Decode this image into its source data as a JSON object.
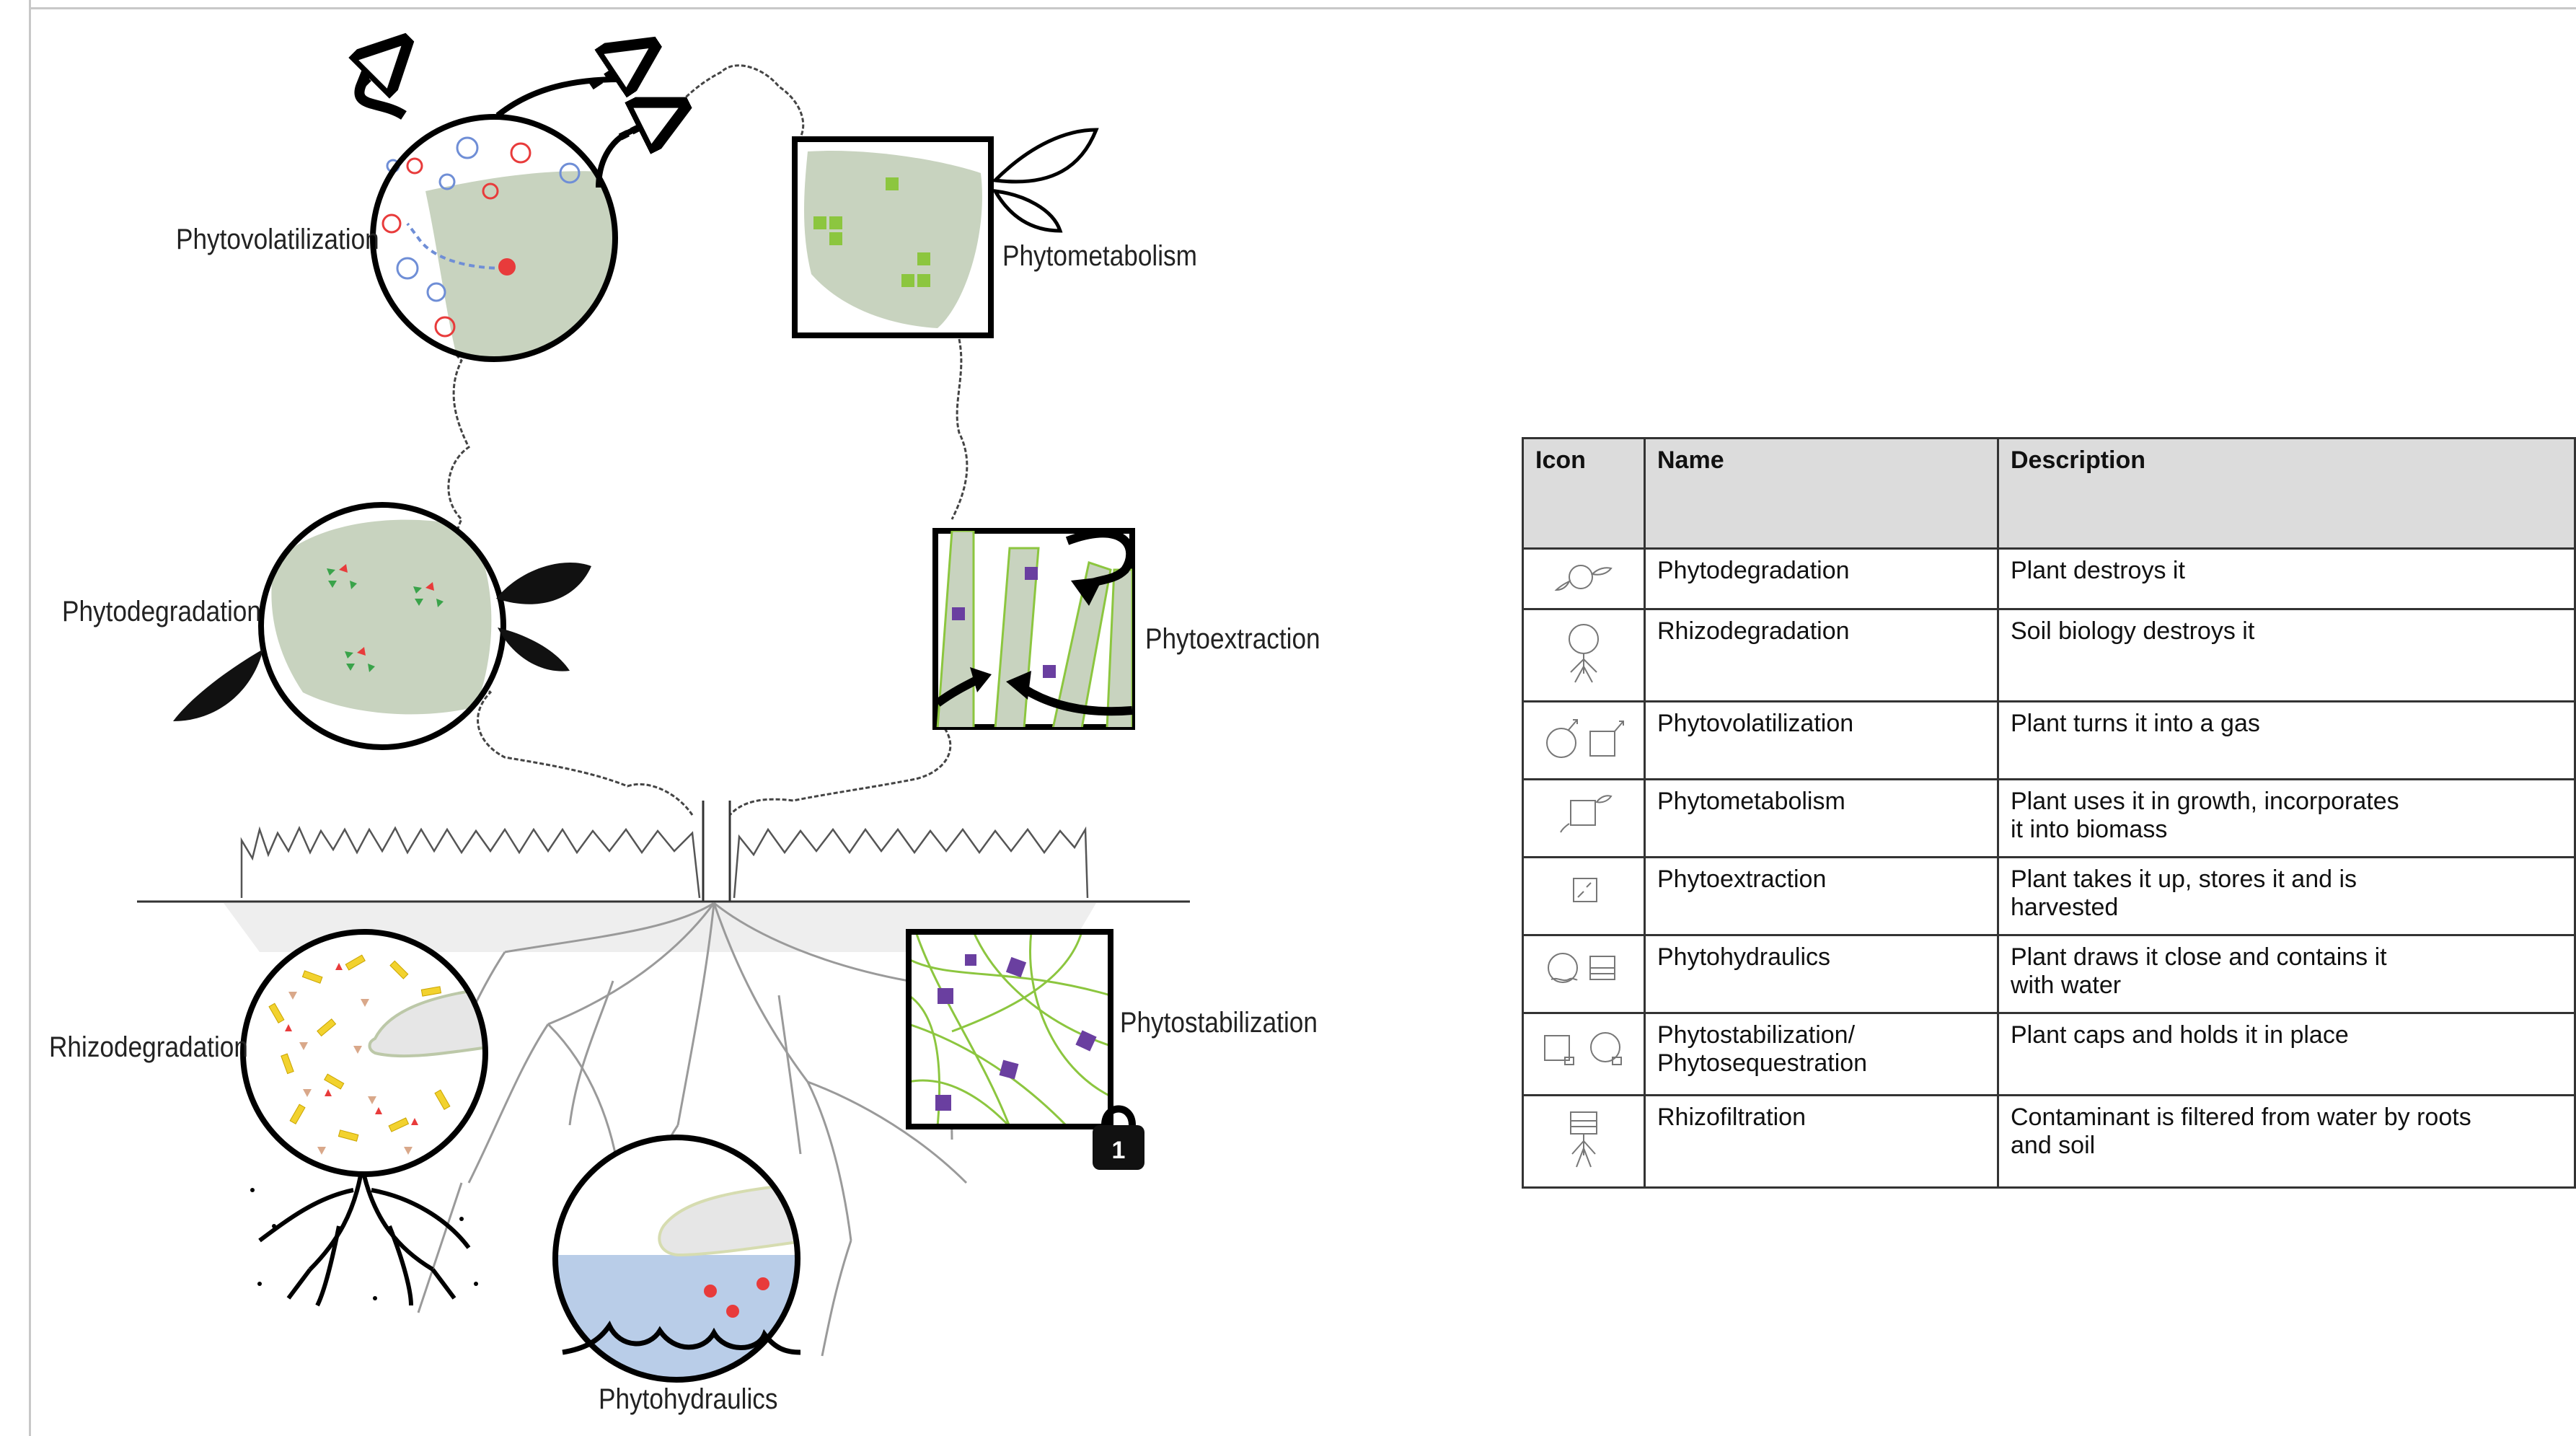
{
  "diagram": {
    "labels": {
      "phytovolatilization": "Phytovolatilization",
      "phytometabolism": "Phytometabolism",
      "phytodegradation": "Phytodegradation",
      "phytoextraction": "Phytoextraction",
      "rhizodegradation": "Rhizodegradation",
      "phytostabilization": "Phytostabilization",
      "phytohydraulics": "Phytohydraulics"
    },
    "colors": {
      "leaf_fill": "#c8d3bf",
      "contaminant_red": "#e83b3b",
      "molecule_blue": "#6f8ed6",
      "accent_green": "#8cc63f",
      "metal_purple": "#6a3fa0",
      "microbe_yellow": "#f2d22e",
      "water_blue": "#b9cde8",
      "root_gray": "#9a9a9a"
    }
  },
  "table": {
    "headers": {
      "icon": "Icon",
      "name": "Name",
      "description": "Description"
    },
    "rows": [
      {
        "icon": "phytodegradation-icon",
        "name": "Phytodegradation",
        "description": "Plant destroys it"
      },
      {
        "icon": "rhizodegradation-icon",
        "name": "Rhizodegradation",
        "description": "Soil biology destroys it"
      },
      {
        "icon": "phytovolatilization-icon",
        "name": "Phytovolatilization",
        "description": "Plant turns it into a gas"
      },
      {
        "icon": "phytometabolism-icon",
        "name": "Phytometabolism",
        "description": "Plant uses it in growth, incorporates\nit into biomass"
      },
      {
        "icon": "phytoextraction-icon",
        "name": "Phytoextraction",
        "description": "Plant takes it up, stores it and is\nharvested"
      },
      {
        "icon": "phytohydraulics-icon",
        "name": "Phytohydraulics",
        "description": "Plant draws it close and contains it\nwith water"
      },
      {
        "icon": "phytostabilization-icon",
        "name": "Phytostabilization/\nPhytosequestration",
        "description": "Plant caps and holds it in place"
      },
      {
        "icon": "rhizofiltration-icon",
        "name": "Rhizofiltration",
        "description": "Contaminant is filtered from water by roots\nand soil"
      }
    ]
  }
}
